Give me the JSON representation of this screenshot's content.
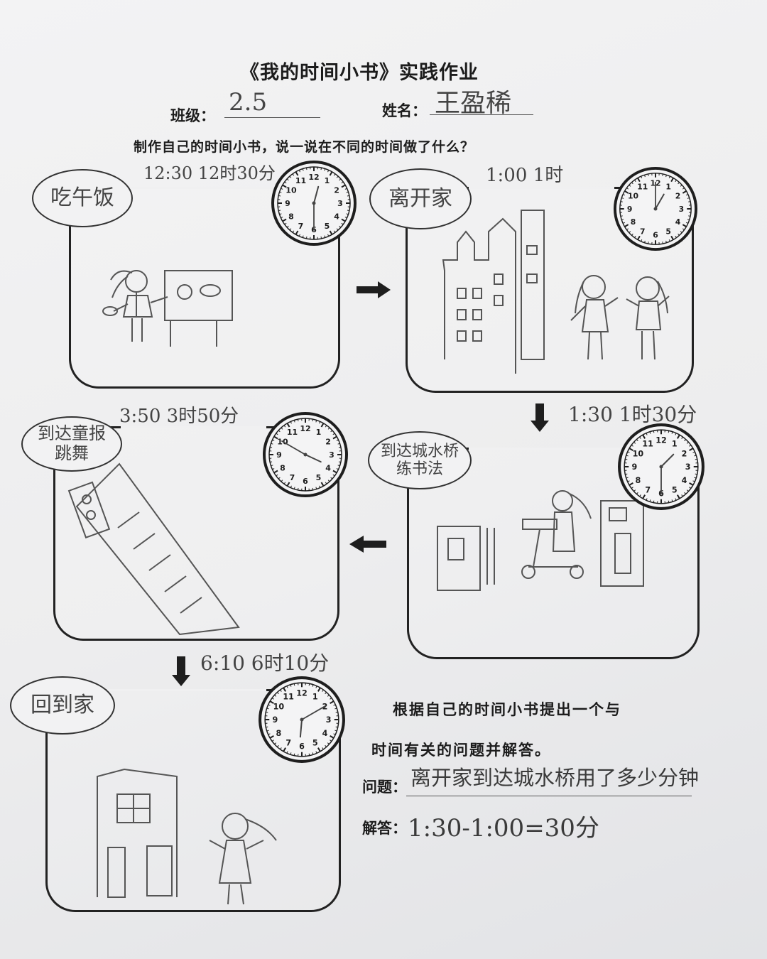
{
  "header": {
    "title": "《我的时间小书》实践作业",
    "class_label": "班级：",
    "class_value": "2.5",
    "name_label": "姓名：",
    "name_value": "王盈稀"
  },
  "instruction": "制作自己的时间小书，说一说在不同的时间做了什么？",
  "panels": [
    {
      "activity": "吃午饭",
      "time": "12:30 12时30分",
      "clock": {
        "hour": 12,
        "minute": 30
      }
    },
    {
      "activity": "离开家",
      "time": "1:00 1时",
      "clock": {
        "hour": 1,
        "minute": 0
      }
    },
    {
      "activity": "到达城水桥练书法",
      "time": "1:30 1时30分",
      "clock": {
        "hour": 1,
        "minute": 30
      }
    },
    {
      "activity": "到达童报跳舞",
      "time": "3:50 3时50分",
      "clock": {
        "hour": 3,
        "minute": 50
      }
    },
    {
      "activity": "回到家",
      "time": "6:10 6时10分",
      "clock": {
        "hour": 6,
        "minute": 10
      }
    }
  ],
  "question_section": {
    "prompt_line1": "根据自己的时间小书提出一个与",
    "prompt_line2": "时间有关的问题并解答。",
    "question_label": "问题：",
    "question_text": "离开家到达城水桥用了多少分钟",
    "answer_label": "解答：",
    "answer_text": "1:30-1:00=30分"
  },
  "colors": {
    "ink": "#222222",
    "pencil": "#444444",
    "paper": "#efeff0"
  },
  "icons": [
    "clock-icon",
    "arrow-right-icon",
    "arrow-down-icon",
    "arrow-left-icon"
  ]
}
